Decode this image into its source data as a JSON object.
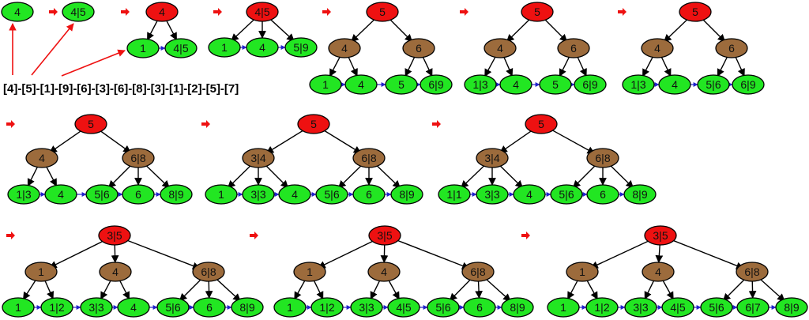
{
  "sequence": "[4]-[5]-[1]-[9]-[6]-[3]-[6]-[8]-[3]-[1]-[2]-[5]-[7]",
  "colors": {
    "root": "#ee1111",
    "internal": "#9c6b3c",
    "leaf": "#22e622",
    "edge": "#000000",
    "leaf_link": "#2222cc",
    "step_arrow": "#ee1111",
    "pointer": "#ee1111"
  },
  "steps": [
    {
      "root": "4"
    },
    {
      "root": "4|5"
    },
    {
      "root": "4",
      "leaves": [
        "1",
        "4|5"
      ]
    },
    {
      "root": "4|5",
      "leaves": [
        "1",
        "4",
        "5|9"
      ]
    },
    {
      "root": "5",
      "internal": [
        "4",
        "6"
      ],
      "leaves": [
        "1",
        "4",
        "5",
        "6|9"
      ]
    },
    {
      "root": "5",
      "internal": [
        "4",
        "6"
      ],
      "leaves": [
        "1|3",
        "4",
        "5",
        "6|9"
      ]
    },
    {
      "root": "5",
      "internal": [
        "4",
        "6"
      ],
      "leaves": [
        "1|3",
        "4",
        "5|6",
        "6|9"
      ]
    },
    {
      "root": "5",
      "internal": [
        "4",
        "6|8"
      ],
      "leaves": [
        "1|3",
        "4",
        "5|6",
        "6",
        "8|9"
      ]
    },
    {
      "root": "5",
      "internal": [
        "3|4",
        "6|8"
      ],
      "leaves": [
        "1",
        "3|3",
        "4",
        "5|6",
        "6",
        "8|9"
      ]
    },
    {
      "root": "5",
      "internal": [
        "3|4",
        "6|8"
      ],
      "leaves": [
        "1|1",
        "3|3",
        "4",
        "5|6",
        "6",
        "8|9"
      ]
    },
    {
      "root": "3|5",
      "internal": [
        "1",
        "4",
        "6|8"
      ],
      "leaves": [
        "1",
        "1|2",
        "3|3",
        "4",
        "5|6",
        "6",
        "8|9"
      ]
    },
    {
      "root": "3|5",
      "internal": [
        "1",
        "4",
        "6|8"
      ],
      "leaves": [
        "1",
        "1|2",
        "3|3",
        "4|5",
        "5|6",
        "6",
        "8|9"
      ]
    },
    {
      "root": "3|5",
      "internal": [
        "1",
        "4",
        "6|8"
      ],
      "leaves": [
        "1",
        "1|2",
        "3|3",
        "4|5",
        "5|6",
        "6|7",
        "8|9"
      ]
    }
  ]
}
